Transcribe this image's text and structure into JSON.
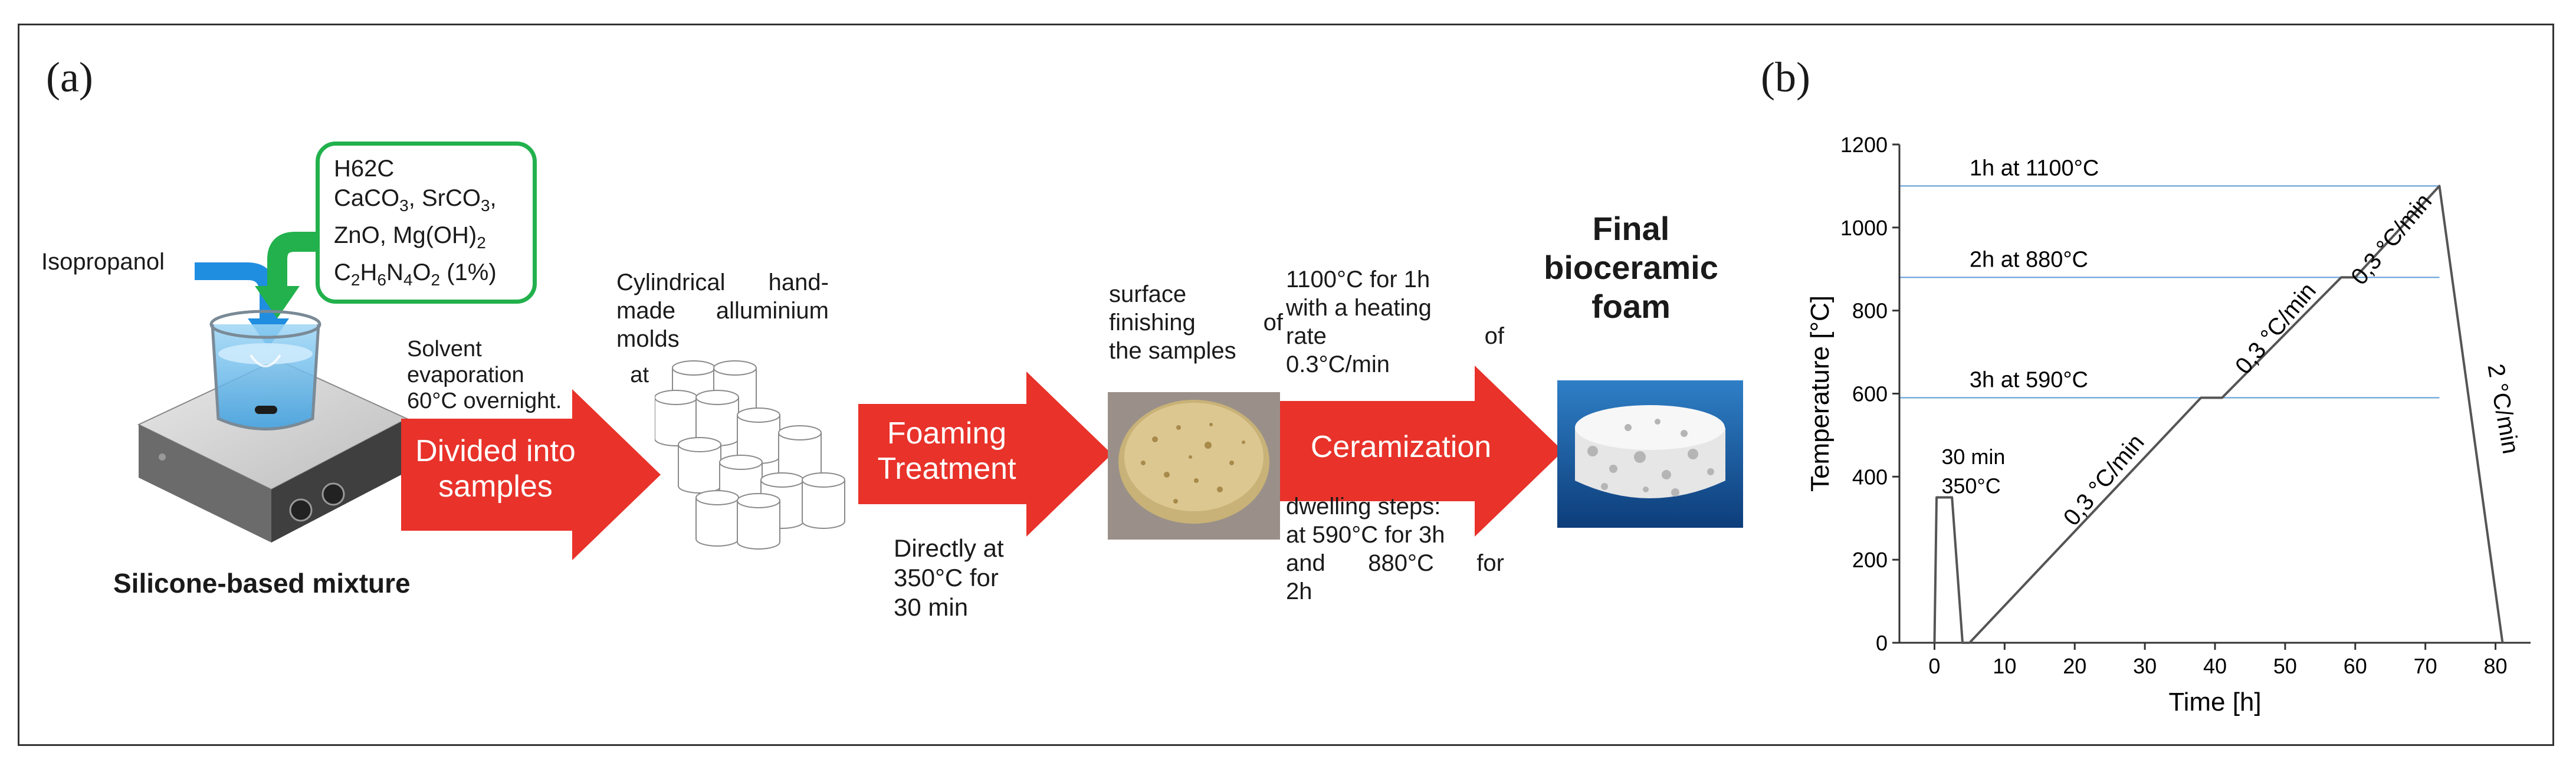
{
  "panel_a": {
    "label": "(a)",
    "isopropanol": "Isopropanol",
    "reagents": {
      "line1": "H62C",
      "line2_parts": [
        "CaCO",
        "3",
        ", SrCO",
        "3",
        ","
      ],
      "line3_parts": [
        "ZnO, Mg(OH)",
        "2"
      ],
      "line4_parts": [
        "C",
        "2",
        "H",
        "6",
        "N",
        "4",
        "O",
        "2",
        " (1%)"
      ]
    },
    "mixture_label": "Silicone-based mixture",
    "solvent_lines": [
      "Solvent",
      "evaporation at",
      "60°C overnight."
    ],
    "arrow1_lines": [
      "Divided into",
      "samples"
    ],
    "molds_lines": [
      "Cylindrical hand-",
      "made alluminium",
      "molds"
    ],
    "arrow2_lines": [
      "Foaming",
      "Treatment"
    ],
    "foaming_lines": [
      "Directly at",
      "350°C for",
      "30 min"
    ],
    "surface_lines": [
      "surface",
      "finishing of",
      "the samples"
    ],
    "ceram_top_lines": [
      "1100°C for 1h",
      "with a heating",
      "rate of",
      "0.3°C/min"
    ],
    "arrow3_label": "Ceramization",
    "ceram_bottom_lines": [
      "dwelling steps:",
      "at 590°C for 3h",
      "and 880°C for",
      "2h"
    ],
    "final_lines": [
      "Final",
      "bioceramic",
      "foam"
    ],
    "colors": {
      "arrow": "#e8322a",
      "reagent_border": "#22b14c",
      "beaker_arrow": "#1f8ee0"
    }
  },
  "panel_b": {
    "label": "(b)"
  },
  "chart_data": {
    "type": "line",
    "xlabel": "Time [h]",
    "ylabel": "Temperature [°C]",
    "xlim": [
      -5,
      85
    ],
    "ylim": [
      0,
      1200
    ],
    "xticks": [
      0,
      10,
      20,
      30,
      40,
      50,
      60,
      70,
      80
    ],
    "yticks": [
      0,
      200,
      400,
      600,
      800,
      1000,
      1200
    ],
    "grid": false,
    "series": [
      {
        "x": [
          0,
          0.3,
          2.5,
          4,
          5,
          38,
          41,
          58,
          60,
          72,
          81
        ],
        "y": [
          0,
          350,
          350,
          0,
          0,
          590,
          590,
          880,
          880,
          1100,
          0
        ]
      }
    ],
    "reference_lines": [
      {
        "y": 1100,
        "label": "1h at 1100°C"
      },
      {
        "y": 880,
        "label": "2h at 880°C"
      },
      {
        "y": 590,
        "label": "3h at 590°C"
      }
    ],
    "annotations": [
      {
        "text": "30 min",
        "x": 1,
        "y": 430
      },
      {
        "text": "350°C",
        "x": 1,
        "y": 360
      },
      {
        "text": "0,3 °C/min",
        "x": 25,
        "y": 380,
        "angle": -50
      },
      {
        "text": "0,3 °C/min",
        "x": 49.5,
        "y": 745,
        "angle": -50
      },
      {
        "text": "0,3 °C/min",
        "x": 66,
        "y": 960,
        "angle": -50
      },
      {
        "text": "2 °C/min",
        "x": 80,
        "y": 560,
        "angle": 80
      }
    ],
    "colors": {
      "line": "#555555",
      "reference": "#5b9bd5"
    }
  }
}
